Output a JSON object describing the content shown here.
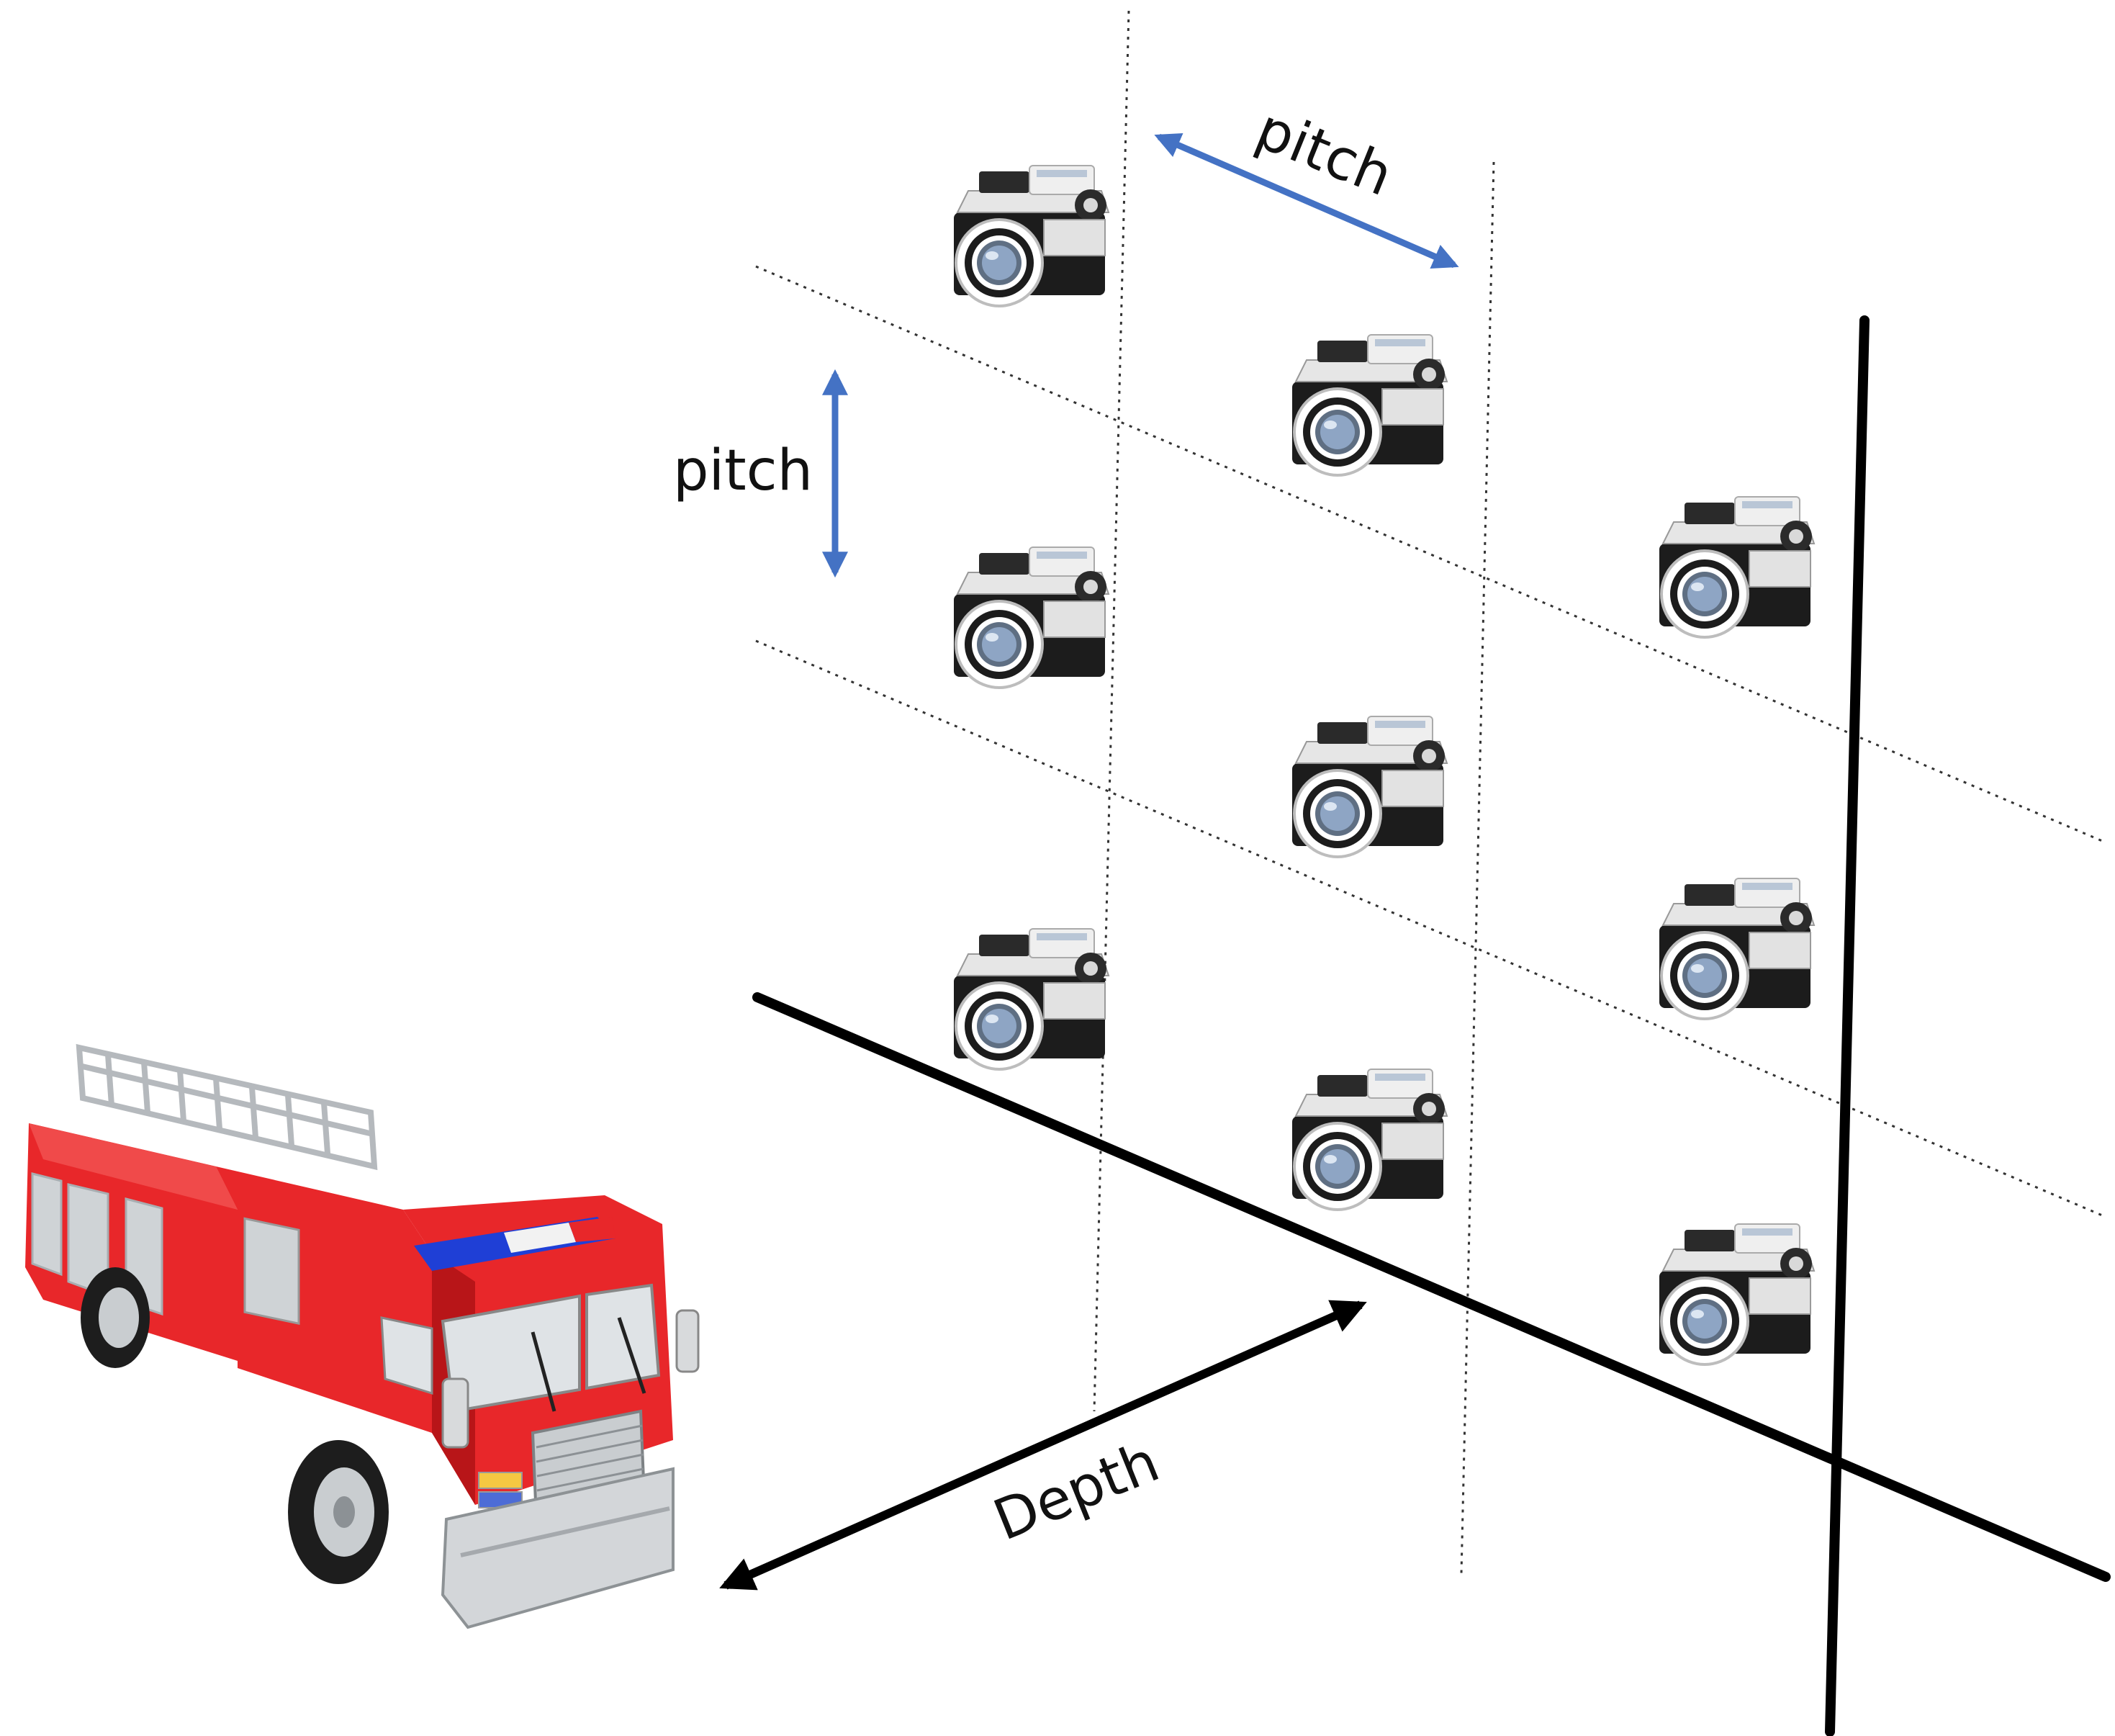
{
  "labels": {
    "pitch_horizontal": "pitch",
    "pitch_vertical": "pitch",
    "depth": "Depth"
  },
  "colors": {
    "pitch_arrow": "#4472c4",
    "axes": "#000000",
    "grid": "#333333",
    "truck_body": "#e8272a",
    "truck_dark": "#b81518",
    "chrome": "#cfd3d6",
    "light_blue": "#1f3fd6",
    "camera_body": "#1c1c1c",
    "camera_top": "#e6e6e6",
    "lens": "#7f97b8"
  },
  "cameras": [
    {
      "col": 1,
      "row": 1
    },
    {
      "col": 1,
      "row": 2
    },
    {
      "col": 1,
      "row": 3
    },
    {
      "col": 2,
      "row": 1
    },
    {
      "col": 2,
      "row": 2
    },
    {
      "col": 2,
      "row": 3
    },
    {
      "col": 3,
      "row": 1
    },
    {
      "col": 3,
      "row": 2
    },
    {
      "col": 3,
      "row": 3
    }
  ],
  "icons": {
    "camera": "camera-icon",
    "object": "fire-truck-icon"
  }
}
